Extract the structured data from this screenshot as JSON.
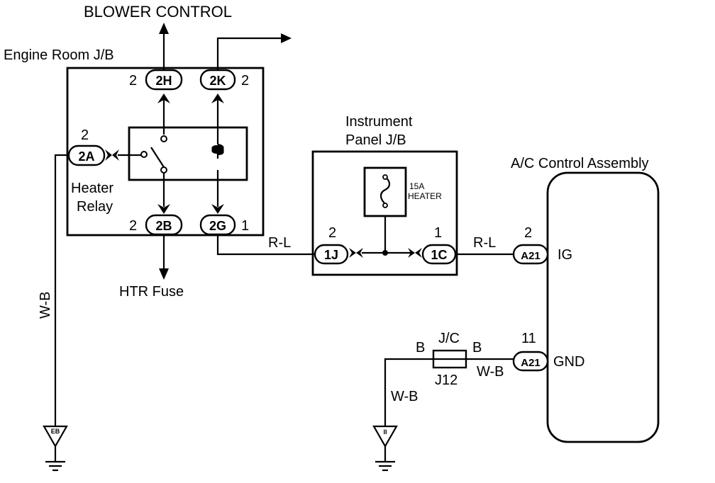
{
  "labels": {
    "blower_control": "BLOWER CONTROL",
    "engine_room_jb": "Engine Room J/B",
    "heater_relay_line1": "Heater",
    "heater_relay_line2": "Relay",
    "htr_fuse": "HTR Fuse",
    "instrument_panel_line1": "Instrument",
    "instrument_panel_line2": "Panel J/B",
    "fuse_rating": "15A",
    "fuse_name": "HEATER",
    "ac_control_assembly": "A/C Control Assembly",
    "jc": "J/C",
    "j12": "J12"
  },
  "connectors": {
    "c2H": "2H",
    "c2K": "2K",
    "c2A": "2A",
    "c2B": "2B",
    "c2G": "2G",
    "c1J": "1J",
    "c1C": "1C",
    "cA21_ig": "A21",
    "cA21_gnd": "A21"
  },
  "pins": {
    "p2H": "2",
    "p2K": "2",
    "p2A": "2",
    "p2B": "2",
    "p2G": "1",
    "p1J": "2",
    "p1C": "1",
    "pA21_ig": "2",
    "pA21_gnd": "11"
  },
  "terminals": {
    "ig": "IG",
    "gnd": "GND"
  },
  "wires": {
    "rl_left": "R-L",
    "rl_right": "R-L",
    "wb_left": "W-B",
    "wb_lower": "W-B",
    "wb_jc": "W-B",
    "b_left": "B",
    "b_right": "B"
  },
  "grounds": {
    "eb": "EB",
    "ii": "II"
  }
}
